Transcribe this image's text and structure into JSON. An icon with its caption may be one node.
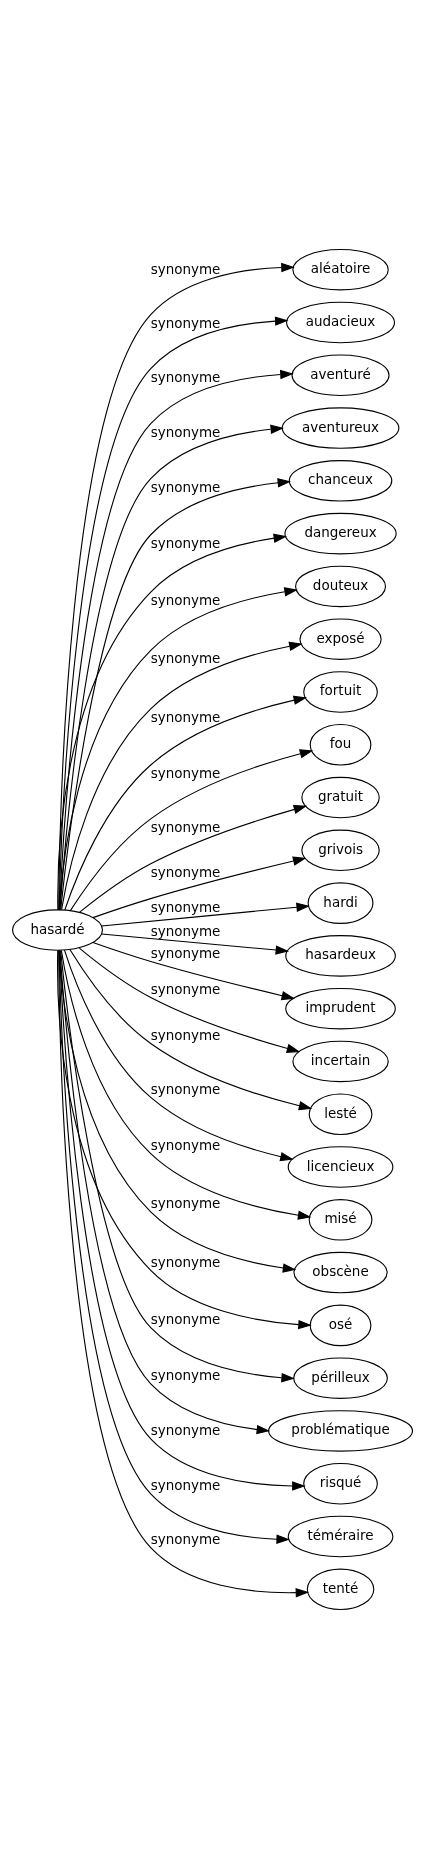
{
  "diagram": {
    "nodes": [
      {
        "text": [
          "hasardé"
        ]
      },
      {
        "text": [
          "aléatoire"
        ]
      },
      {
        "text": [
          "audacieux"
        ]
      },
      {
        "text": [
          "aventuré"
        ]
      },
      {
        "text": [
          "aventureux"
        ]
      },
      {
        "text": [
          "chanceux"
        ]
      },
      {
        "text": [
          "dangereux"
        ]
      },
      {
        "text": [
          "douteux"
        ]
      },
      {
        "text": [
          "exposé"
        ]
      },
      {
        "text": [
          "fortuit"
        ]
      },
      {
        "text": [
          "fou"
        ]
      },
      {
        "text": [
          "gratuit"
        ]
      },
      {
        "text": [
          "grivois"
        ]
      },
      {
        "text": [
          "hardi"
        ]
      },
      {
        "text": [
          "hasardeux"
        ]
      },
      {
        "text": [
          "imprudent"
        ]
      },
      {
        "text": [
          "incertain"
        ]
      },
      {
        "text": [
          "lesté"
        ]
      },
      {
        "text": [
          "licencieux"
        ]
      },
      {
        "text": [
          "misé"
        ]
      },
      {
        "text": [
          "obscène"
        ]
      },
      {
        "text": [
          "osé"
        ]
      },
      {
        "text": [
          "périlleux"
        ]
      },
      {
        "text": [
          "problématique"
        ]
      },
      {
        "text": [
          "risqué"
        ]
      },
      {
        "text": [
          "téméraire"
        ]
      },
      {
        "text": [
          "tenté"
        ]
      }
    ],
    "edges": [
      {
        "from": 0,
        "to": 1,
        "arrow": "to",
        "label": "synonyme"
      },
      {
        "from": 0,
        "to": 2,
        "arrow": "to",
        "label": "synonyme"
      },
      {
        "from": 0,
        "to": 3,
        "arrow": "to",
        "label": "synonyme"
      },
      {
        "from": 0,
        "to": 4,
        "arrow": "to",
        "label": "synonyme"
      },
      {
        "from": 0,
        "to": 5,
        "arrow": "to",
        "label": "synonyme"
      },
      {
        "from": 0,
        "to": 6,
        "arrow": "to",
        "label": "synonyme"
      },
      {
        "from": 0,
        "to": 7,
        "arrow": "to",
        "label": "synonyme"
      },
      {
        "from": 0,
        "to": 8,
        "arrow": "to",
        "label": "synonyme"
      },
      {
        "from": 0,
        "to": 9,
        "arrow": "to",
        "label": "synonyme"
      },
      {
        "from": 0,
        "to": 10,
        "arrow": "to",
        "label": "synonyme"
      },
      {
        "from": 0,
        "to": 11,
        "arrow": "to",
        "label": "synonyme"
      },
      {
        "from": 0,
        "to": 12,
        "arrow": "to",
        "label": "synonyme"
      },
      {
        "from": 0,
        "to": 13,
        "arrow": "to",
        "label": "synonyme"
      },
      {
        "from": 0,
        "to": 14,
        "arrow": "to",
        "label": "synonyme"
      },
      {
        "from": 0,
        "to": 15,
        "arrow": "to",
        "label": "synonyme"
      },
      {
        "from": 0,
        "to": 16,
        "arrow": "to",
        "label": "synonyme"
      },
      {
        "from": 0,
        "to": 17,
        "arrow": "to",
        "label": "synonyme"
      },
      {
        "from": 0,
        "to": 18,
        "arrow": "to",
        "label": "synonyme"
      },
      {
        "from": 0,
        "to": 19,
        "arrow": "to",
        "label": "synonyme"
      },
      {
        "from": 0,
        "to": 20,
        "arrow": "to",
        "label": "synonyme"
      },
      {
        "from": 0,
        "to": 21,
        "arrow": "to",
        "label": "synonyme"
      },
      {
        "from": 0,
        "to": 22,
        "arrow": "to",
        "label": "synonyme"
      },
      {
        "from": 0,
        "to": 23,
        "arrow": "to",
        "label": "synonyme"
      },
      {
        "from": 0,
        "to": 24,
        "arrow": "to",
        "label": "synonyme"
      },
      {
        "from": 0,
        "to": 25,
        "arrow": "to",
        "label": "synonyme"
      },
      {
        "from": 0,
        "to": 26,
        "arrow": "to",
        "label": "synonyme"
      }
    ]
  }
}
